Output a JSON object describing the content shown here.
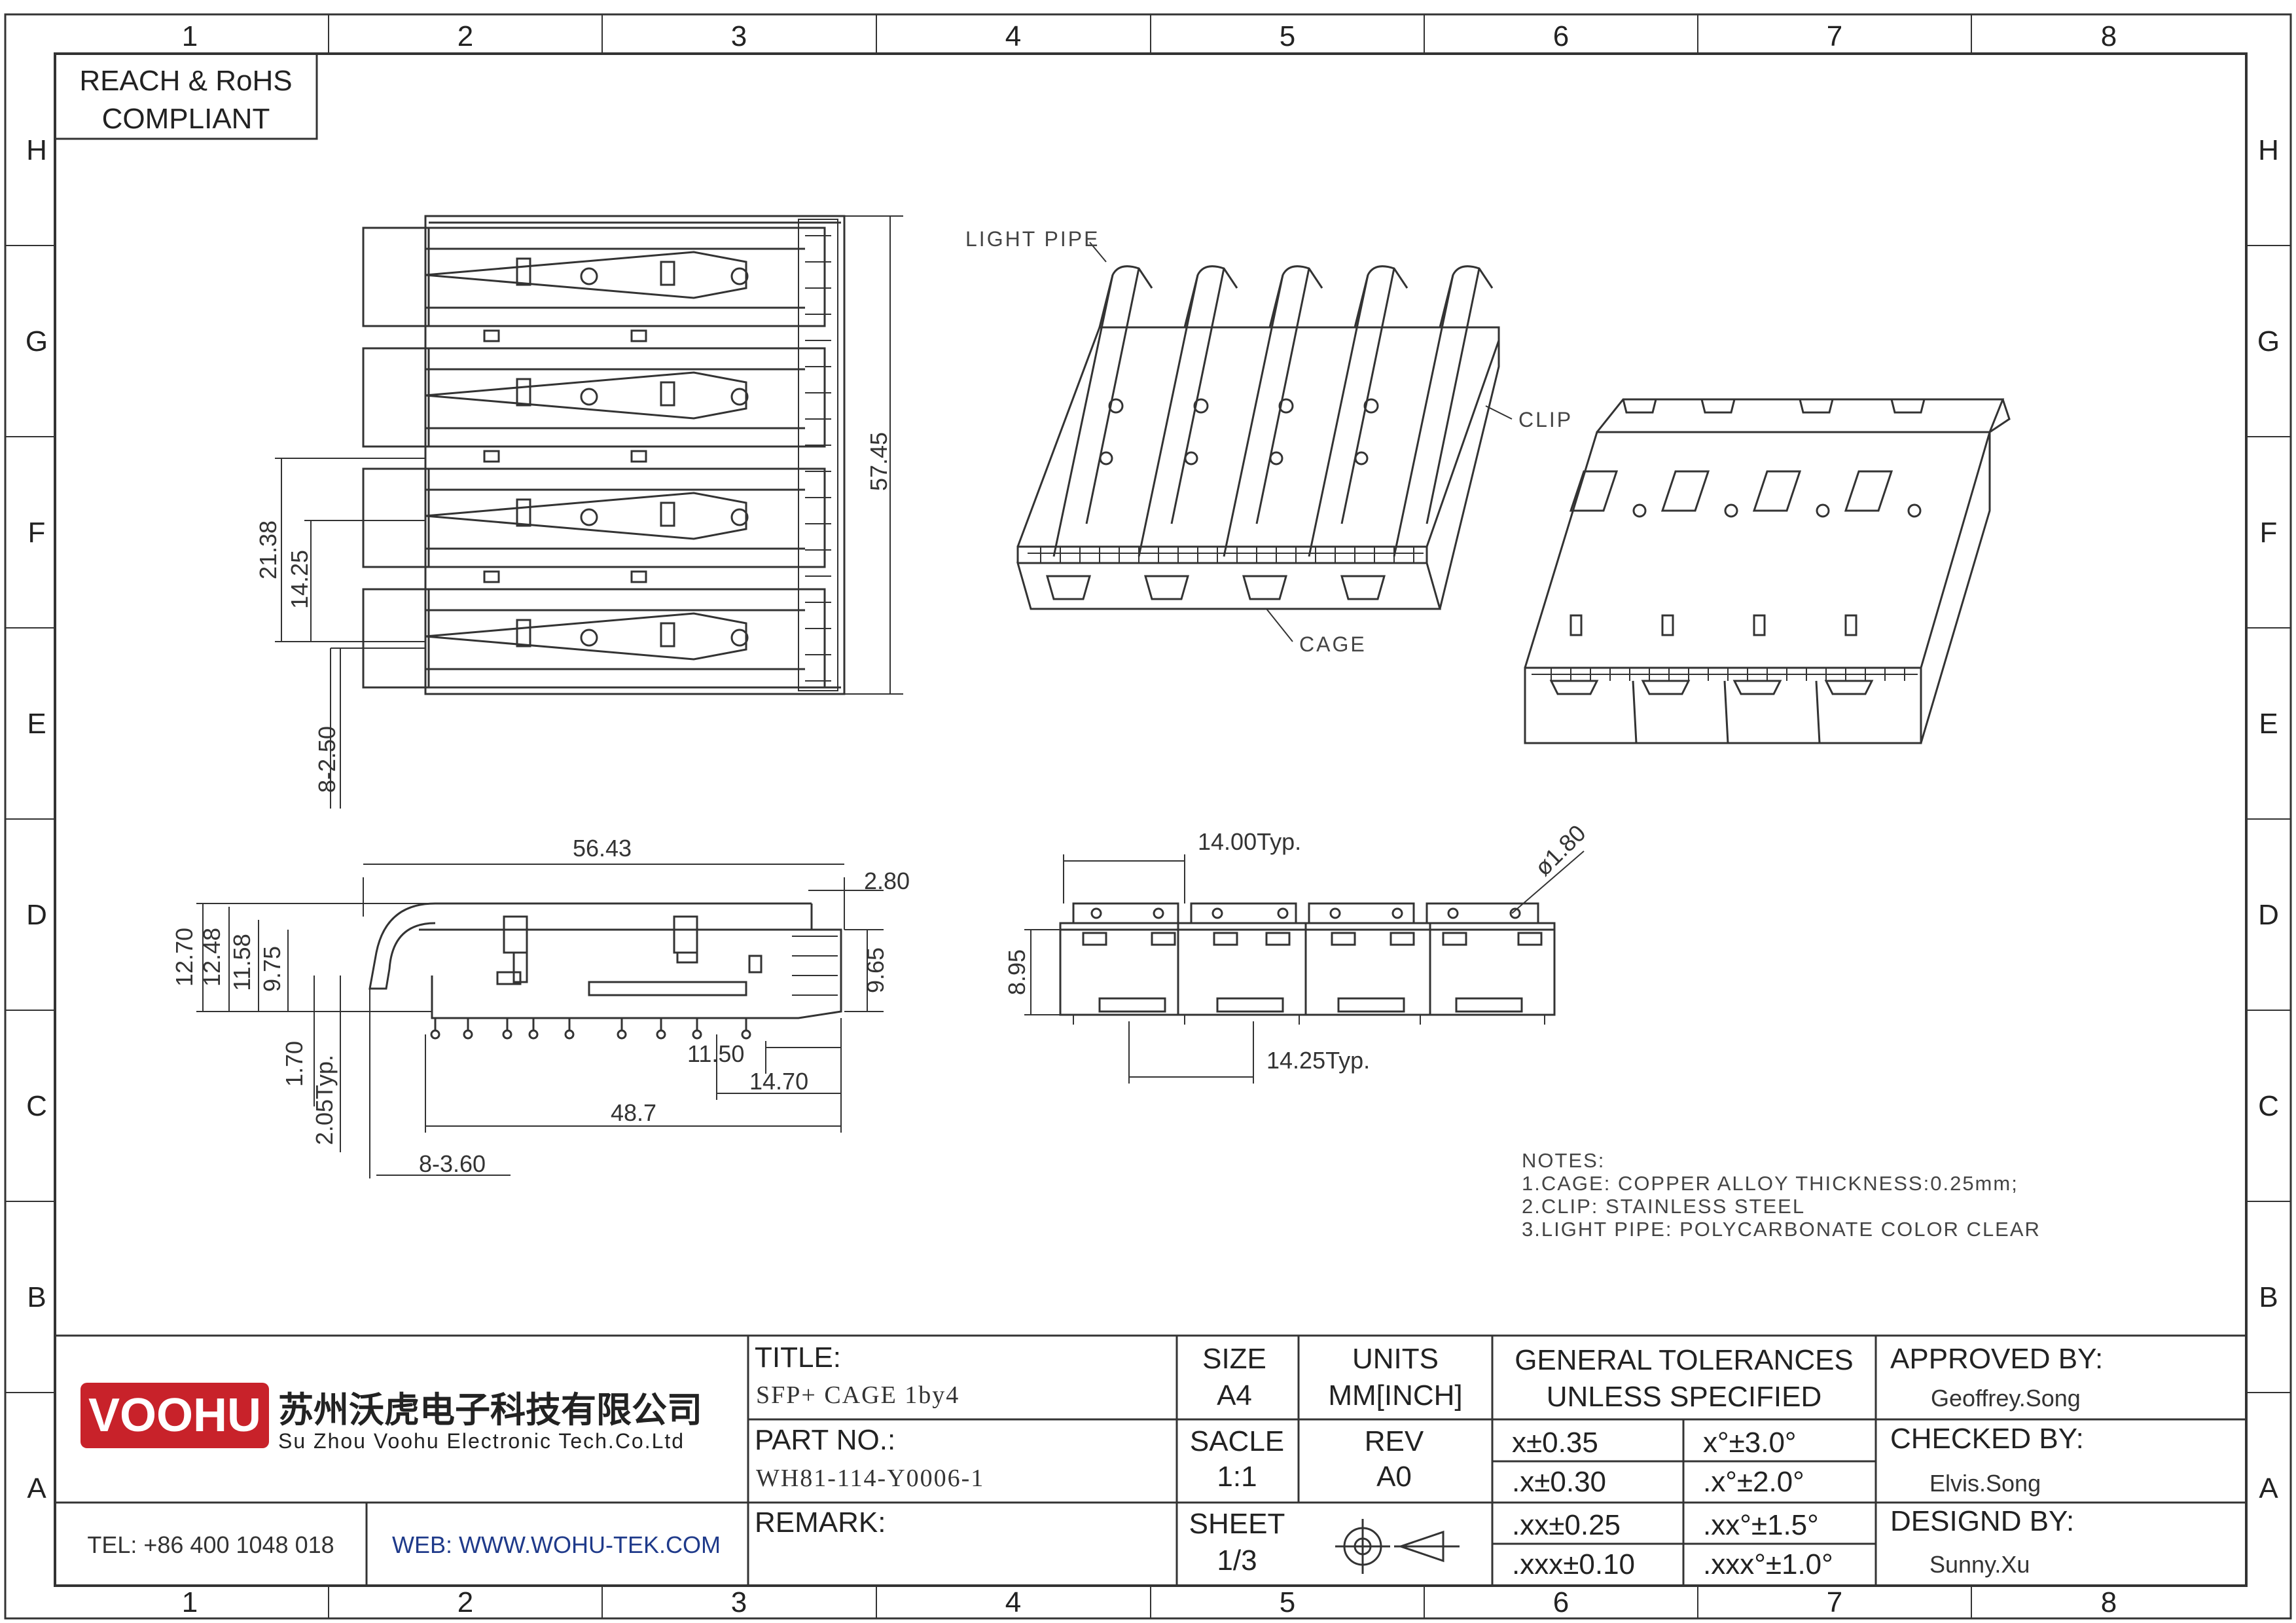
{
  "zones": {
    "columns": [
      "1",
      "2",
      "3",
      "4",
      "5",
      "6",
      "7",
      "8"
    ],
    "rows": [
      "H",
      "G",
      "F",
      "E",
      "D",
      "C",
      "B",
      "A"
    ]
  },
  "compliance": {
    "line1": "REACH & RoHS",
    "line2": "COMPLIANT"
  },
  "labels": {
    "light_pipe": "LIGHT PIPE",
    "clip": "CLIP",
    "cage": "CAGE"
  },
  "dimensions": {
    "top_view": {
      "total_height": "57.45",
      "pitch_21": "21.38",
      "pitch_14": "14.25",
      "pins": "8-2.50"
    },
    "side_view": {
      "length": "56.43",
      "front_offset": "2.80",
      "h1": "12.70",
      "h2": "12.48",
      "h3": "11.58",
      "h4": "9.75",
      "front_height": "9.65",
      "pin_len": "1.70",
      "pin_pitch": "2.05Typ.",
      "d11": "11.50",
      "d14": "14.70",
      "d48": "48.7",
      "pins": "8-3.60"
    },
    "front_view": {
      "pitch_top": "14.00Typ.",
      "hole": "ø1.80",
      "height": "8.95",
      "pitch_bottom": "14.25Typ."
    }
  },
  "notes": {
    "title": "NOTES:",
    "items": [
      "1.CAGE: COPPER ALLOY THICKNESS:0.25mm;",
      "2.CLIP: STAINLESS STEEL",
      "3.LIGHT PIPE: POLYCARBONATE COLOR CLEAR"
    ]
  },
  "title_block": {
    "logo": "VOOHU",
    "company_cn": "苏州沃虎电子科技有限公司",
    "company_en": "Su Zhou Voohu Electronic Tech.Co.Ltd",
    "tel": "TEL: +86 400 1048 018",
    "web": "WEB: WWW.WOHU-TEK.COM",
    "title_label": "TITLE:",
    "title_value": "SFP+ CAGE 1by4",
    "part_label": "PART NO.:",
    "part_value": "WH81-114-Y0006-1",
    "remark_label": "REMARK:",
    "size_label": "SIZE",
    "size_value": "A4",
    "units_label": "UNITS",
    "units_value": "MM[INCH]",
    "scale_label": "SACLE",
    "scale_value": "1:1",
    "rev_label": "REV",
    "rev_value": "A0",
    "sheet_label": "SHEET",
    "sheet_value": "1/3",
    "tol_title1": "GENERAL TOLERANCES",
    "tol_title2": "UNLESS SPECIFIED",
    "tolerances": [
      [
        "x±0.35",
        "x°±3.0°"
      ],
      [
        ".x±0.30",
        ".x°±2.0°"
      ],
      [
        ".xx±0.25",
        ".xx°±1.5°"
      ],
      [
        ".xxx±0.10",
        ".xxx°±1.0°"
      ]
    ],
    "approved_label": "APPROVED BY:",
    "approved_value": "Geoffrey.Song",
    "checked_label": "CHECKED BY:",
    "checked_value": "Elvis.Song",
    "designed_label": "DESIGND BY:",
    "designed_value": "Sunny.Xu"
  },
  "colors": {
    "logo": "#c8222a",
    "web": "#1f3a8a",
    "line": "#333333"
  }
}
